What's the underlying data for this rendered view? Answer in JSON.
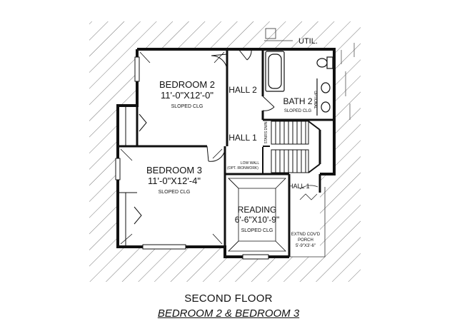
{
  "rooms": {
    "bedroom2": {
      "name": "BEDROOM 2",
      "size": "11'-0\"X12'-0\"",
      "ceiling": "SLOPED CLG"
    },
    "bedroom3": {
      "name": "BEDROOM 3",
      "size": "11'-0\"X12'-4\"",
      "ceiling": "SLOPED CLG"
    },
    "reading": {
      "name": "READING",
      "size": "6'-6\"X10'-9\"",
      "ceiling": "SLOPED CLG"
    },
    "bath2": {
      "name": "BATH 2",
      "ceiling": "SLOPED CLG"
    },
    "hall2": {
      "name": "HALL 2"
    },
    "hall1": {
      "name": "HALL 1"
    }
  },
  "annotations": {
    "util": "UTIL.",
    "optional": "OPTIONAL",
    "stairs": "STAIRS DWN",
    "low_wall_1": "LOW WALL",
    "low_wall_2": "(OPT. IRONWORK)",
    "hall1_below": "HALL 1",
    "porch_1": "EXTND COV'D",
    "porch_2": "PORCH",
    "porch_3": "5'-9\"X3'-6\""
  },
  "caption": {
    "floor": "SECOND FLOOR",
    "subtitle": "BEDROOM 2 & BEDROOM 3"
  }
}
